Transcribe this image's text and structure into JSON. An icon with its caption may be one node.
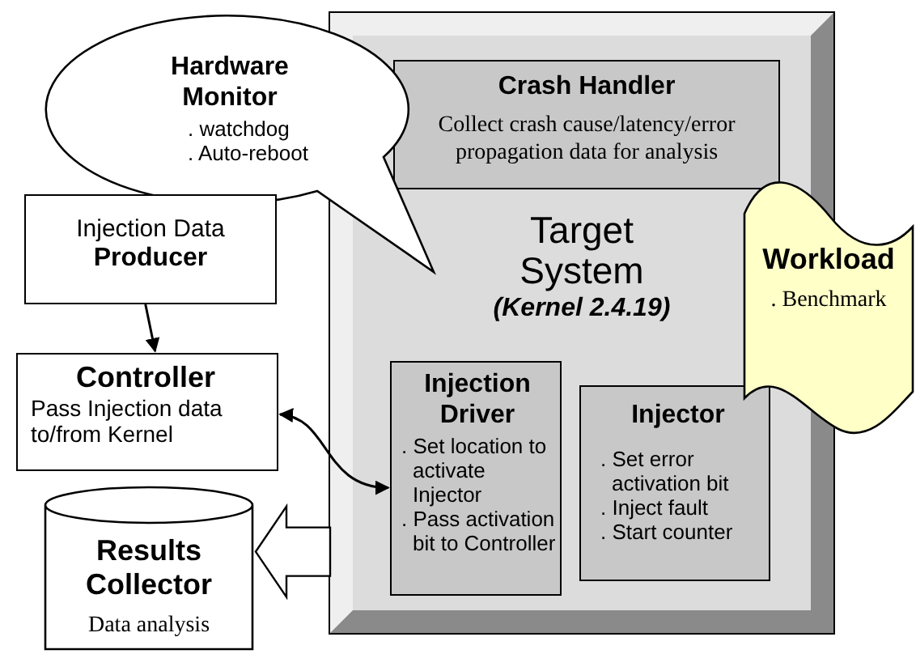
{
  "diagram": {
    "nodes": [
      {
        "text": [
          "Target System",
          "(Kernel 2.4.19)"
        ]
      },
      {
        "text": [
          "Crash Handler",
          "Collect crash cause/latency/error propagation data for analysis"
        ],
        "in": 0
      },
      {
        "text": [
          "Injection Driver",
          ". Set location to activate Injector",
          ". Pass activation bit to Controller"
        ],
        "in": 0
      },
      {
        "text": [
          "Injector",
          ". Set error activation bit",
          ". Inject fault",
          ". Start counter"
        ],
        "in": 0
      },
      {
        "text": [
          "Hardware Monitor",
          ". watchdog",
          ". Auto-reboot"
        ]
      },
      {
        "text": [
          "Injection Data **Producer**"
        ]
      },
      {
        "text": [
          "Controller",
          "Pass Injection data to/from Kernel"
        ]
      },
      {
        "text": [
          "Results Collector",
          "Data analysis"
        ]
      },
      {
        "text": [
          "Workload",
          ". Benchmark"
        ]
      }
    ],
    "edges": [
      {
        "from": 5,
        "to": 6,
        "arrow": "to"
      },
      {
        "from": 6,
        "to": 2,
        "arrow": "both"
      },
      {
        "from": 0,
        "to": 7,
        "arrow": "to",
        "style": "thick"
      }
    ]
  }
}
